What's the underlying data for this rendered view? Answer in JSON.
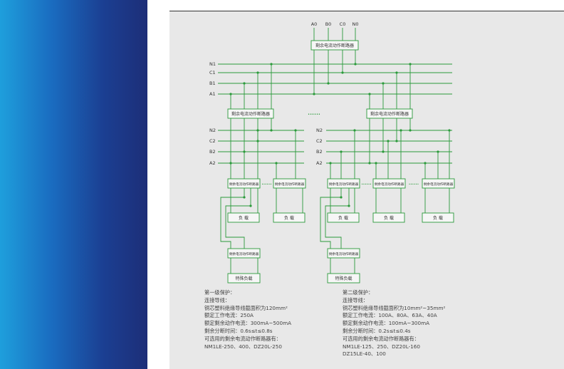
{
  "diagram": {
    "top_terminals": [
      "A0",
      "B0",
      "C0",
      "N0"
    ],
    "main_breaker_label": "剩余电流动作断路器",
    "level1_buses": [
      "N1",
      "C1",
      "B1",
      "A1"
    ],
    "level2_buses": [
      "N2",
      "C2",
      "B2",
      "A2"
    ],
    "level2_breaker_label": "剩余电流动作断路器",
    "ellipsis": "••••••",
    "small_breaker_label": "剩余电流动作断路器",
    "load_label": "负 载",
    "special_load_label": "特殊负载"
  },
  "notes": {
    "left": [
      "第一级保护：",
      "连接导线：",
      "铜芯塑料绝缘导线截面积为120mm²",
      "额定工作电流：250A",
      "额定剩余动作电流：300mA~500mA",
      "剩余分断时间：0.6s≤t≤0.8s",
      "可选用的剩余电流动作断路器有：",
      "NM1LE-250、400、DZ20L-250"
    ],
    "right": [
      "第二级保护：",
      "连接导线：",
      "铜芯塑料绝缘导线截面积为10mm²~35mm²",
      "额定工作电流：100A、80A、63A、40A",
      "额定剩余动作电流：100mA~300mA",
      "剩余分断时间：0.2s≤t≤0.4s",
      "可选用的剩余电流动作断路器有：",
      "NM1LE-125、250、DZ20L-160",
      "DZ15LE-40、100"
    ]
  },
  "colors": {
    "line": "#2a9a3a",
    "sidebar_dark": "#1d2e78",
    "sidebar_light": "#1e9fdc"
  }
}
